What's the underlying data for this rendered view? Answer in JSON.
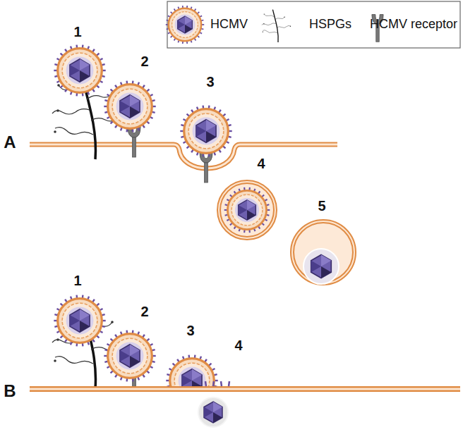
{
  "diagram": {
    "labels": [
      "1",
      "2",
      "3",
      "4",
      "5",
      "A",
      "1",
      "2",
      "3",
      "4",
      "B"
    ],
    "legend": [
      {
        "text": "HCMV"
      },
      {
        "text": "HSPGs"
      },
      {
        "text": "HCMV receptor"
      }
    ]
  }
}
